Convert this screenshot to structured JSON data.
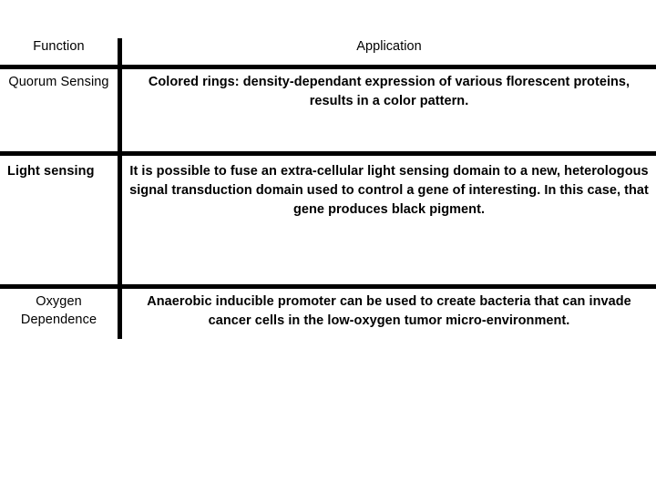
{
  "table": {
    "columns": [
      {
        "key": "function",
        "label": "Function"
      },
      {
        "key": "application",
        "label": "Application"
      }
    ],
    "rows": [
      {
        "function": "Quorum Sensing",
        "application": "Colored rings:  density-dependant expression of various florescent proteins, results in a color pattern."
      },
      {
        "function": "Light sensing",
        "application": "It is possible to fuse an extra-cellular light sensing domain to a new, heterologous signal transduction domain used to control a gene of interesting. In this case, that gene produces black pigment."
      },
      {
        "function": "Oxygen Dependence",
        "application": "Anaerobic inducible promoter can be used to create bacteria that can invade cancer cells in the low-oxygen tumor micro-environment."
      }
    ]
  },
  "style": {
    "rule_color": "#000000",
    "text_color": "#000000",
    "background": "#ffffff"
  }
}
